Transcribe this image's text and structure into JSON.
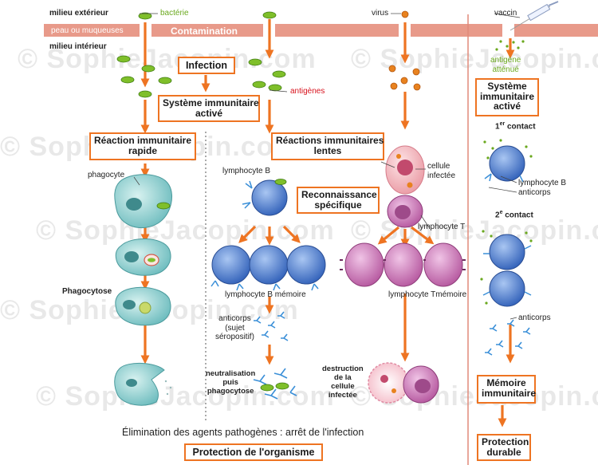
{
  "header": {
    "milieu_exterieur": "milieu extérieur",
    "peau": "peau ou muqueuses",
    "contamination": "Contamination",
    "milieu_interieur": "milieu intérieur",
    "bacterie": "bactérie",
    "virus": "virus",
    "vaccin": "vaccin"
  },
  "center": {
    "infection": "Infection",
    "antigenes": "antigènes",
    "systeme_line1": "Système immunitaire",
    "systeme_line2": "activé"
  },
  "left": {
    "reaction_line1": "Réaction immunitaire",
    "reaction_line2": "rapide",
    "phagocyte": "phagocyte",
    "phagocytose": "Phagocytose"
  },
  "middle": {
    "reactions_line1": "Réactions immunitaires",
    "reactions_line2": "lentes",
    "lymphocyte_b": "lymphocyte B",
    "reconnaissance_line1": "Reconnaissance",
    "reconnaissance_line2": "spécifique",
    "cellule_line1": "cellule",
    "cellule_line2": "infectée",
    "lymphocyte_t": "lymphocyte T",
    "lymphocyte_b_memoire": "lymphocyte B mémoire",
    "lymphocyte_t_memoire": "lymphocyte Tmémoire",
    "anticorps_line1": "anticorps",
    "anticorps_line2": "(sujet",
    "anticorps_line3": "séropositif)",
    "neutralisation_line1": "neutralisation",
    "neutralisation_line2": "puis",
    "neutralisation_line3": "phagocytose",
    "destruction_line1": "destruction",
    "destruction_line2": "de la",
    "destruction_line3": "cellule",
    "destruction_line4": "infectée"
  },
  "right": {
    "antigene_line1": "antigène",
    "antigene_line2": "atténué",
    "systeme_line1": "Système",
    "systeme_line2": "immunitaire",
    "systeme_line3": "activé",
    "first_num": "1",
    "first_sup": "er",
    "first_rest": " contact",
    "lymphocyte_b": "lymphocyte B",
    "anticorps": "anticorps",
    "second_num": "2",
    "second_sup": "e",
    "second_rest": " contact",
    "anticorps2": "anticorps",
    "memoire_line1": "Mémoire",
    "memoire_line2": "immunitaire",
    "protection_line1": "Protection",
    "protection_line2": "durable"
  },
  "bottom": {
    "elimination": "Élimination des agents pathogènes : arrêt de l'infection",
    "protection": "Protection de l'organisme"
  },
  "watermark": "© SophieJacopin.com",
  "colors": {
    "skin_band": "#e89a8a",
    "arrow": "#ee7422",
    "box_border": "#ee7422",
    "bacteria": "#7fbf2a",
    "virus": "#e8821f",
    "antigen_text": "#6aa81e",
    "red_text": "#d8121d",
    "phagocyte": "#8fd0cf",
    "lymph_b": "#3b6fc4",
    "lymph_t": "#c86fb3",
    "infected_cell": "#f3b2b8",
    "antibody": "#3a8fd8"
  }
}
